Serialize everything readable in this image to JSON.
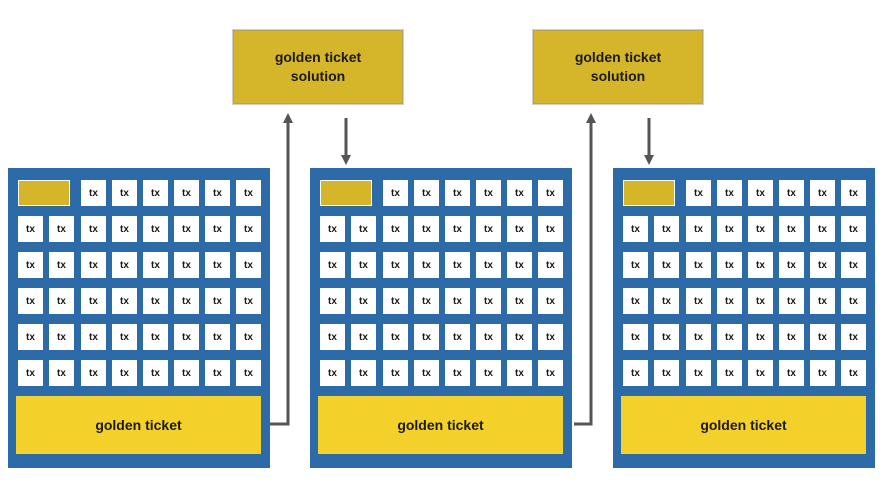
{
  "solutions": [
    {
      "label": "golden ticket solution"
    },
    {
      "label": "golden ticket solution"
    }
  ],
  "blocks": [
    {
      "golden_ticket": "golden ticket",
      "tx_label": "tx"
    },
    {
      "golden_ticket": "golden ticket",
      "tx_label": "tx"
    },
    {
      "golden_ticket": "golden ticket",
      "tx_label": "tx"
    }
  ],
  "colors": {
    "block_bg": "#2c6ba7",
    "golden_ticket": "#f4d02b",
    "solution_bg": "#d5b62a",
    "arrow": "#555555"
  }
}
